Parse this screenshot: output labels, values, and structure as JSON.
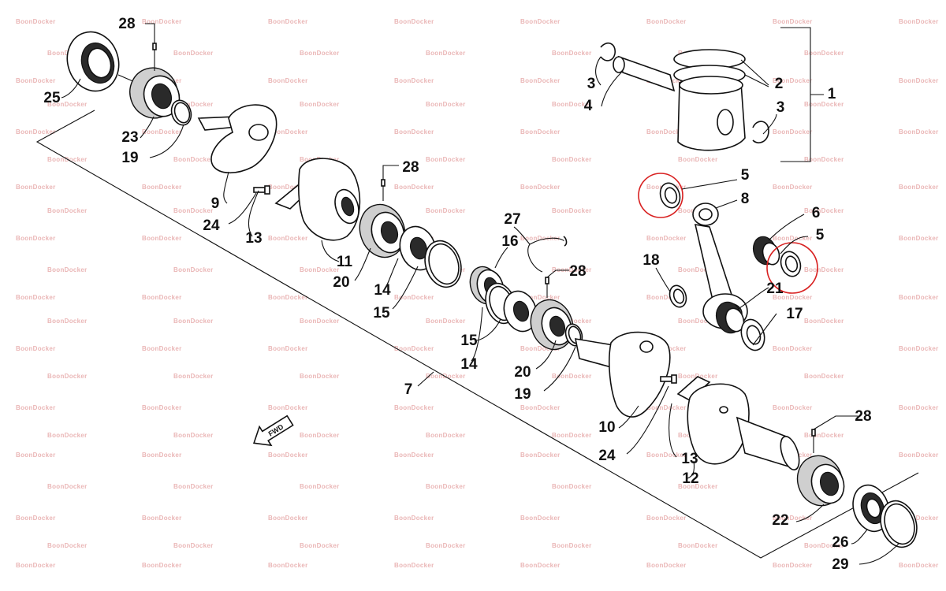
{
  "diagram": {
    "watermark_text": "BoonDocker",
    "fwd_label": "FWD",
    "callouts": [
      "1",
      "2",
      "3",
      "3",
      "4",
      "5",
      "5",
      "6",
      "7",
      "8",
      "9",
      "10",
      "11",
      "12",
      "13",
      "13",
      "14",
      "14",
      "15",
      "15",
      "16",
      "17",
      "18",
      "19",
      "19",
      "20",
      "20",
      "21",
      "22",
      "23",
      "24",
      "24",
      "25",
      "26",
      "27",
      "28",
      "28",
      "28",
      "28",
      "29"
    ],
    "highlighted_parts": [
      "5",
      "5"
    ],
    "highlight_color": "#d82020"
  }
}
